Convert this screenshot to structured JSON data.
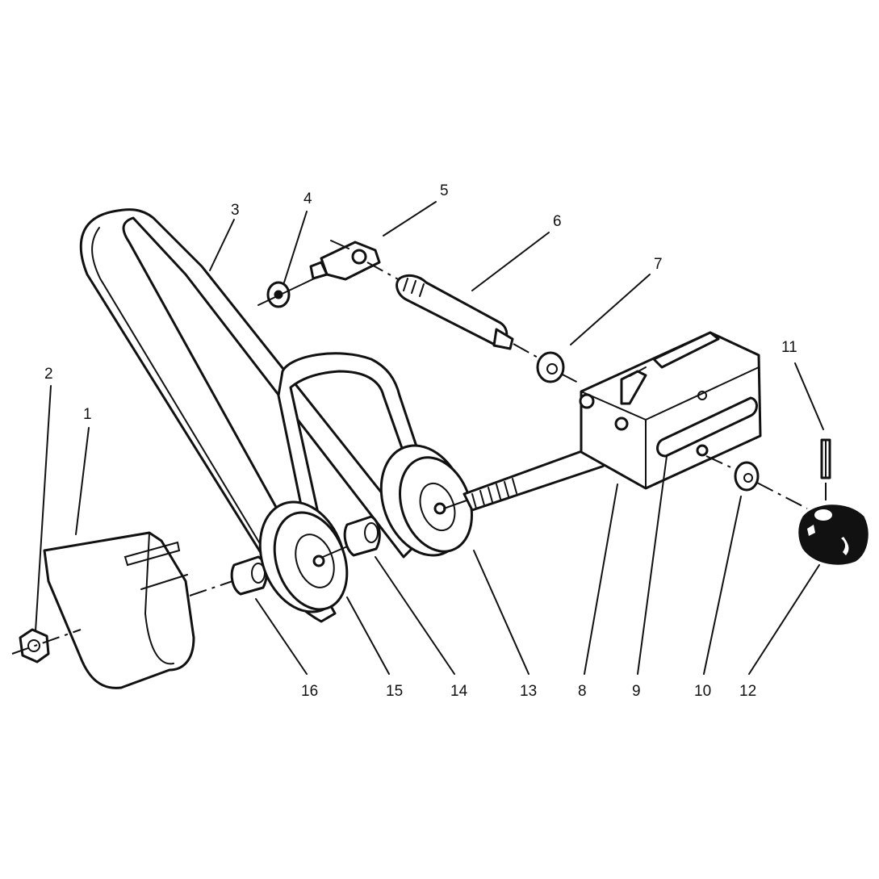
{
  "labels": {
    "l1": "1",
    "l2": "2",
    "l3": "3",
    "l4": "4",
    "l5": "5",
    "l6": "6",
    "l7": "7",
    "l8": "8",
    "l9": "9",
    "l10": "10",
    "l11": "11",
    "l12": "12",
    "l13": "13",
    "l14": "14",
    "l15": "15",
    "l16": "16"
  },
  "colors": {
    "ink": "#111111",
    "paper": "#ffffff"
  }
}
